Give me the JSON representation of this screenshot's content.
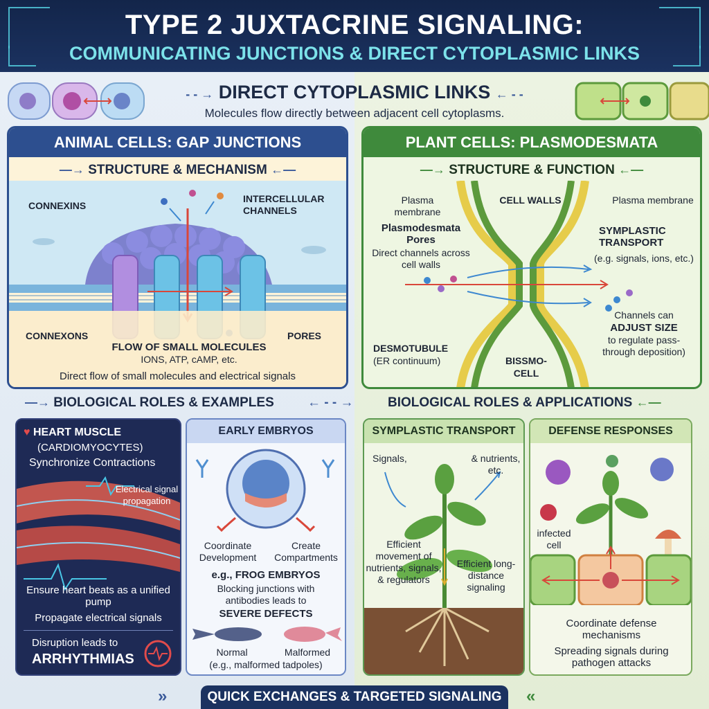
{
  "header": {
    "title": "TYPE 2 JUXTACRINE SIGNALING:",
    "subtitle": "COMMUNICATING JUNCTIONS & DIRECT CYTOPLASMIC LINKS"
  },
  "intro": {
    "heading": "DIRECT CYTOPLASMIC LINKS",
    "description": "Molecules flow directly between adjacent cell cytoplasms."
  },
  "gap_panel": {
    "title": "ANIMAL CELLS: GAP JUNCTIONS",
    "subtitle": "STRUCTURE & MECHANISM",
    "labels": {
      "connexins": "CONNEXINS",
      "channels": "INTERCELLULAR CHANNELS",
      "connexons": "CONNEXONS",
      "pores": "PORES",
      "flow": "FLOW OF SMALL MOLECULES",
      "flow_examples": "IONS, ATP, cAMP, etc.",
      "summary": "Direct flow of small molecules and electrical signals"
    }
  },
  "plasmo_panel": {
    "title": "PLANT CELLS: PLASMODESMATA",
    "subtitle": "STRUCTURE & FUNCTION",
    "labels": {
      "pm_left": "Plasma membrane",
      "cell_walls": "CELL WALLS",
      "pm_right": "Plasma membrane",
      "pores_title": "Plasmodesmata Pores",
      "pores_desc": "Direct channels across cell walls",
      "symplastic": "SYMPLASTIC TRANSPORT",
      "symplastic_eg": "(e.g. signals, ions, etc.)",
      "adjust_1": "Channels can",
      "adjust_2": "ADJUST SIZE",
      "adjust_3": "to regulate pass-through deposition)",
      "desmotubule": "DESMOTUBULE",
      "er": "(ER continuum)",
      "bissmo": "BISSMO-",
      "cell": "CELL"
    }
  },
  "roles": {
    "left_heading": "BIOLOGICAL ROLES & EXAMPLES",
    "right_heading": "BIOLOGICAL ROLES & APPLICATIONS"
  },
  "heart": {
    "title": "HEART MUSCLE",
    "subtitle": "(CARDIOMYOCYTES)",
    "sync": "Synchronize Contractions",
    "signal": "Electrical signal propagation",
    "pump": "Ensure heart beats as a unified pump",
    "propagate": "Propagate electrical signals",
    "disruption": "Disruption leads to",
    "arrhythmias": "ARRHYTHMIAS"
  },
  "embryo": {
    "title": "EARLY EMBRYOS",
    "coordinate": "Coordinate Development",
    "compartments": "Create Compartments",
    "example": "e.g., FROG EMBRYOS",
    "blocking": "Blocking junctions with antibodies leads to",
    "defects": "SEVERE DEFECTS",
    "normal": "Normal",
    "malformed": "Malformed",
    "tadpoles": "(e.g., malformed tadpoles)"
  },
  "symplastic": {
    "title": "SYMPLASTIC TRANSPORT",
    "signals": "Signals,",
    "nutrients": "& nutrients, etc.",
    "efficient_movement": "Efficient movement of nutrients, signals, & regulators",
    "long_distance": "Efficient long-distance signaling"
  },
  "defense": {
    "title": "DEFENSE RESPONSES",
    "infected": "infected cell",
    "coordinate": "Coordinate defense mechanisms",
    "spreading": "Spreading signals during pathogen attacks"
  },
  "footer": {
    "label": "QUICK EXCHANGES & TARGETED SIGNALING"
  },
  "colors": {
    "navy": "#1b3260",
    "animal_blue": "#2d4f8f",
    "plant_green": "#3f8a3c",
    "arrow_red": "#d9473a",
    "accent_cyan": "#7ce2ea"
  }
}
